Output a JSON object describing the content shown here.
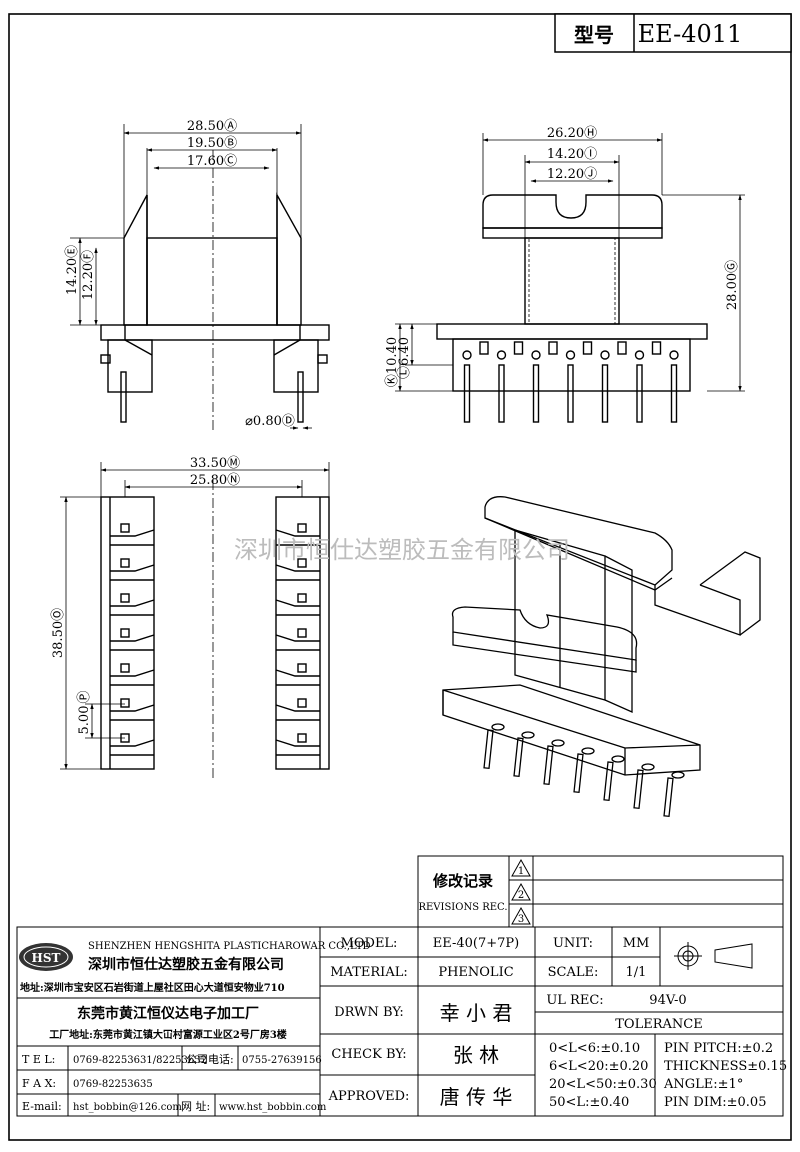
{
  "title_block": {
    "model_label": "型号",
    "model_value": "EE-4011"
  },
  "watermark": "深圳市恒仕达塑胶五金有限公司",
  "dimensions": {
    "A": "28.50Ⓐ",
    "B": "19.50Ⓑ",
    "C": "17.60Ⓒ",
    "E": "14.20Ⓔ",
    "F": "12.20Ⓕ",
    "D": "⌀0.80Ⓓ",
    "H": "26.20Ⓗ",
    "I": "14.20Ⓘ",
    "J": "12.20Ⓙ",
    "G": "28.00Ⓖ",
    "K": "Ⓚ10.40",
    "L": "Ⓛ6.40",
    "M": "33.50Ⓜ",
    "N": "25.80Ⓝ",
    "O": "38.50Ⓞ",
    "P_label": "Ⓟ",
    "P": "5.00"
  },
  "revisions": {
    "label_cn": "修改记录",
    "label_en": "REVISIONS REC.",
    "items": [
      "1",
      "2",
      "3"
    ]
  },
  "company": {
    "logo": "HST",
    "name_en": "SHENZHEN HENGSHITA PLASTICHAROWAR CO.,LTD",
    "name_cn": "深圳市恒仕达塑胶五金有限公司",
    "address": "地址:深圳市宝安区石岩街道上屋社区田心大道恒安物业710",
    "factory_name": "东莞市黄江恒仪达电子加工厂",
    "factory_address": "工厂地址:东莞市黄江镇大冚村富源工业区2号厂房3楼",
    "tel_label": "T E L:",
    "tel": "0769-82253631/82253632",
    "company_phone_label": "公司电话:",
    "company_phone": "0755-27639156",
    "fax_label": "F A X:",
    "fax": "0769-82253635",
    "email_label": "E-mail:",
    "email": "hst_bobbin@126.com",
    "web_label": "网  址:",
    "web": "www.hst_bobbin.com"
  },
  "spec": {
    "model_label": "MODEL:",
    "model": "EE-40(7+7P)",
    "unit_label": "UNIT:",
    "unit": "MM",
    "material_label": "MATERIAL:",
    "material": "PHENOLIC",
    "scale_label": "SCALE:",
    "scale": "1/1",
    "drawn_label": "DRWN BY:",
    "drawn": "幸 小 君",
    "ul_label": "UL REC:",
    "ul": "94V-0",
    "tolerance_label": "TOLERANCE",
    "check_label": "CHECK BY:",
    "check": "张    林",
    "approved_label": "APPROVED:",
    "approved": "唐 传 华",
    "tolerances": [
      "0<L<6:±0.10",
      "6<L<20:±0.20",
      "20<L<50:±0.30",
      "50<L:±0.40"
    ],
    "tolerances_right": [
      "PIN PITCH:±0.2",
      "THICKNESS±0.15",
      "ANGLE:±1°",
      "PIN DIM:±0.05"
    ]
  }
}
